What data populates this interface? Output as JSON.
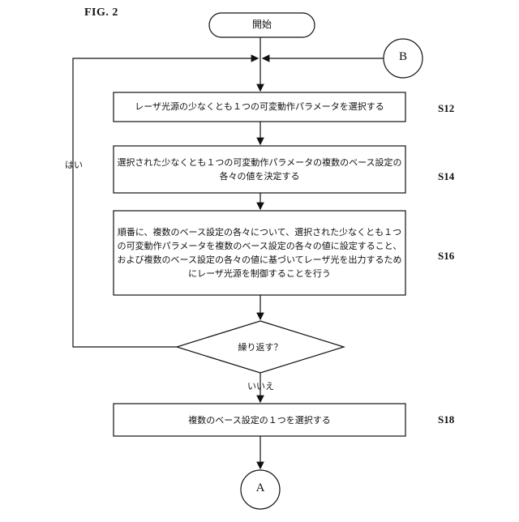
{
  "figure": {
    "label": "FIG. 2"
  },
  "start": {
    "label": "開始"
  },
  "connector_top": {
    "label": "B"
  },
  "connector_bottom": {
    "label": "A"
  },
  "steps": [
    {
      "id": "S12",
      "text": "レーザ光源の少なくとも１つの可変動作パラメータを選択する"
    },
    {
      "id": "S14",
      "line1": "選択された少なくとも１つの可変動作パラメータの複数のベース設定の",
      "line2": "各々の値を決定する"
    },
    {
      "id": "S16",
      "line1": "順番に、複数のベース設定の各々について、選択された少なくとも１つ",
      "line2": "の可変動作パラメータを複数のベース設定の各々の値に設定すること、",
      "line3": "および複数のベース設定の各々の値に基づいてレーザ光を出力するため",
      "line4": "にレーザ光源を制御することを行う"
    },
    {
      "id": "S18",
      "text": "複数のベース設定の１つを選択する"
    }
  ],
  "decision": {
    "text": "繰り返す？",
    "yes_label": "はい",
    "no_label": "いいえ"
  }
}
